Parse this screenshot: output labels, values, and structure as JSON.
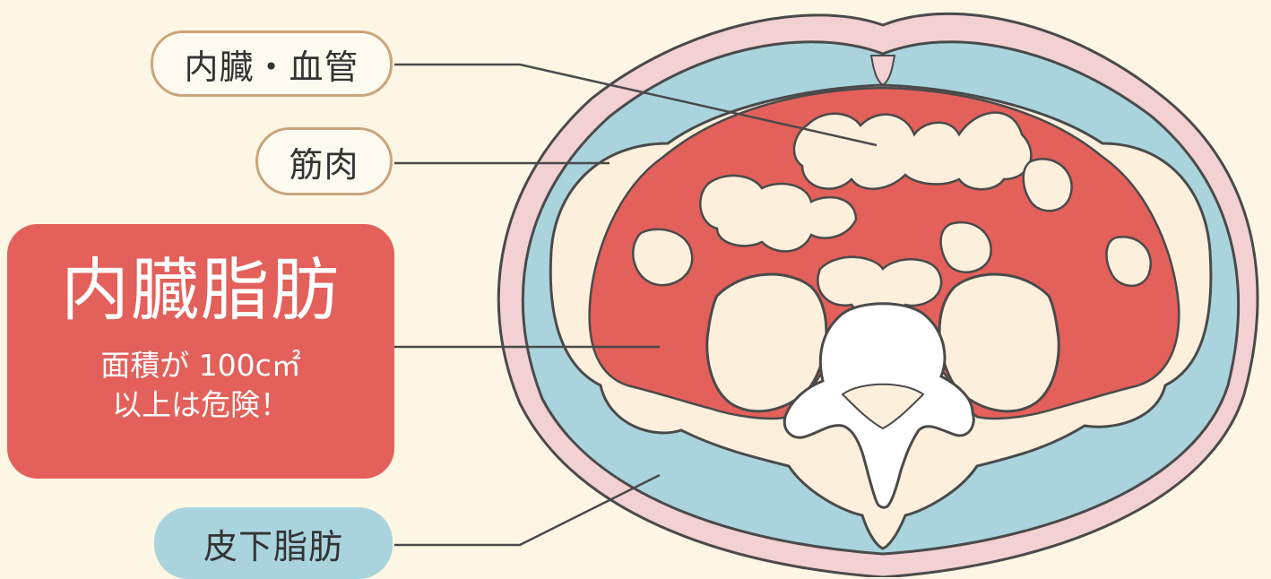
{
  "labels": {
    "organs": "内臓・血管",
    "muscle": "筋肉",
    "subcutaneous_fat": "皮下脂肪"
  },
  "callout": {
    "title": "内臓脂肪",
    "line1": "面積が 100c㎡",
    "line2": "以上は危険！"
  },
  "colors": {
    "background": "#fdf6e4",
    "visceral_fat": "#e3605b",
    "subcutaneous_fat": "#a9d4dd",
    "muscle": "#fcefdc",
    "skin": "#f3d0d2",
    "bone": "#ffffff",
    "outline": "#4a4a4a"
  }
}
